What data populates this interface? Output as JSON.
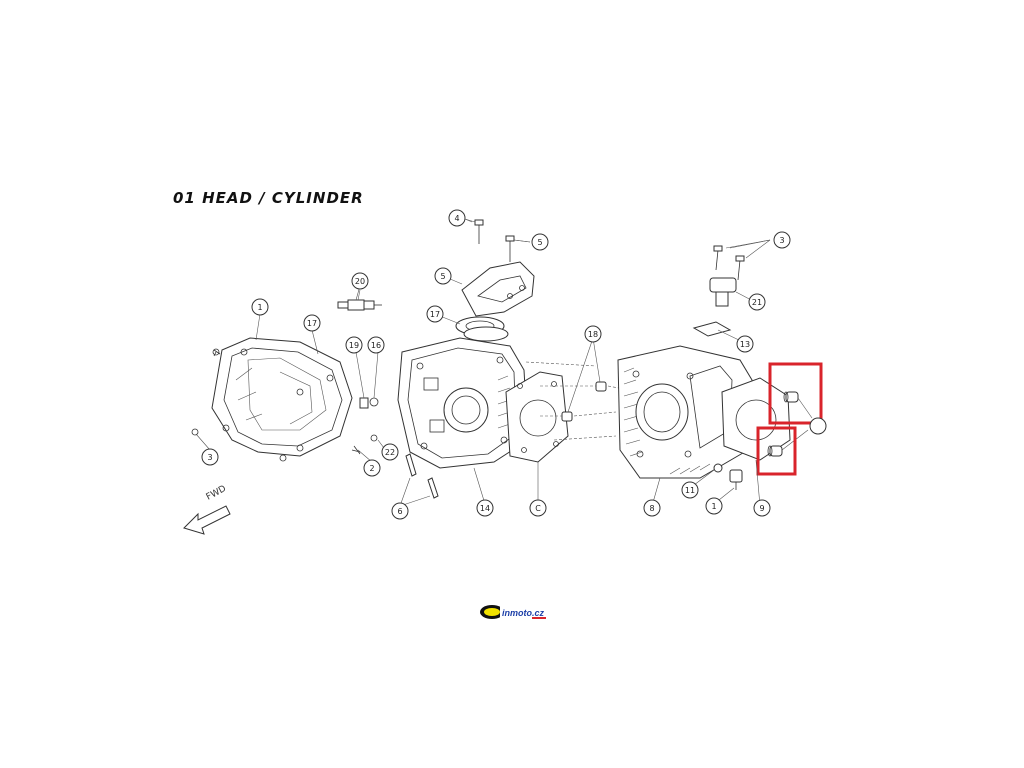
{
  "diagram": {
    "title": "01 HEAD / CYLINDER",
    "direction_label": "FWD",
    "highlight_color": "#d9242b",
    "logo": {
      "text": "inmoto.cz"
    },
    "part_labels": [
      {
        "id": "p1a",
        "text": "1"
      },
      {
        "id": "p17a",
        "text": "17"
      },
      {
        "id": "p3a",
        "text": "3"
      },
      {
        "id": "p20",
        "text": "20"
      },
      {
        "id": "p19",
        "text": "19"
      },
      {
        "id": "p16",
        "text": "16"
      },
      {
        "id": "p22",
        "text": "22"
      },
      {
        "id": "p2",
        "text": "2"
      },
      {
        "id": "p6",
        "text": "6"
      },
      {
        "id": "p4",
        "text": "4"
      },
      {
        "id": "p5a",
        "text": "5"
      },
      {
        "id": "p5b",
        "text": "5"
      },
      {
        "id": "p17b",
        "text": "17"
      },
      {
        "id": "p14",
        "text": "14"
      },
      {
        "id": "pC",
        "text": "C"
      },
      {
        "id": "p18",
        "text": "18"
      },
      {
        "id": "p3b",
        "text": "3"
      },
      {
        "id": "p21",
        "text": "21"
      },
      {
        "id": "p13",
        "text": "13"
      },
      {
        "id": "p8",
        "text": "8"
      },
      {
        "id": "p11",
        "text": "11"
      },
      {
        "id": "p1b",
        "text": "1"
      },
      {
        "id": "p9",
        "text": "9"
      }
    ]
  }
}
